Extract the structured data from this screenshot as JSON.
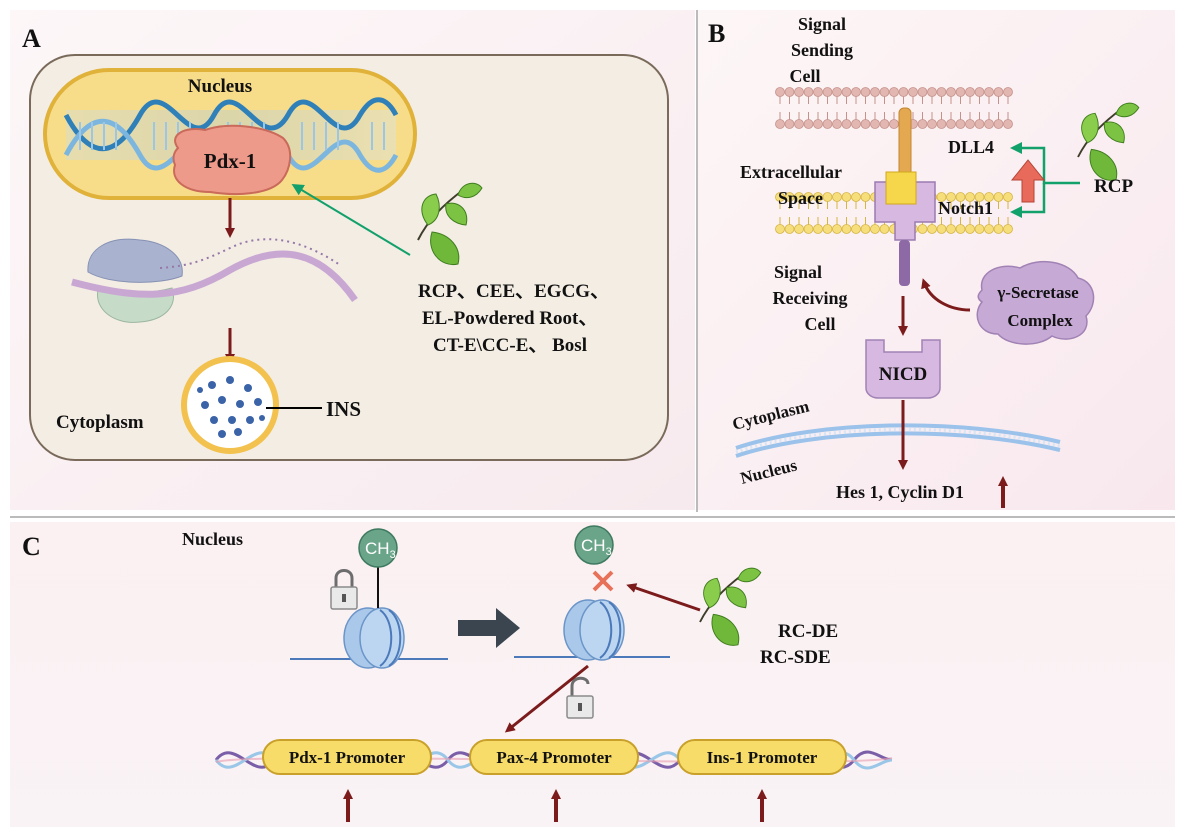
{
  "panel_a": {
    "letter": "A",
    "nucleus_label": "Nucleus",
    "pdx_label": "Pdx-1",
    "cytoplasm_label": "Cytoplasm",
    "ins_label": "INS",
    "compounds_line1": "RCP、CEE、EGCG、",
    "compounds_line2": "EL-Powdered Root、",
    "compounds_line3": "CT-E\\CC-E、 Bosl"
  },
  "panel_b": {
    "letter": "B",
    "signal_sending_1": "Signal",
    "signal_sending_2": "Sending",
    "signal_sending_3": "Cell",
    "extracellular_1": "Extracellular",
    "extracellular_2": "Space",
    "signal_receiving_1": "Signal",
    "signal_receiving_2": "Receiving",
    "signal_receiving_3": "Cell",
    "dll4_label": "DLL4",
    "notch1_label": "Notch1",
    "rcp_label": "RCP",
    "secretase_1": "γ-Secretase",
    "secretase_2": "Complex",
    "nicd_label": "NICD",
    "cytoplasm_label": "Cytoplasm",
    "nucleus_label": "Nucleus",
    "targets_label": "Hes 1, Cyclin D1"
  },
  "panel_c": {
    "letter": "C",
    "nucleus_label": "Nucleus",
    "ch3_label": "CH",
    "ch3_sub": "3",
    "rcde_label": "RC-DE",
    "rcsde_label": "RC-SDE",
    "promoters": [
      "Pdx-1 Promoter",
      "Pax-4 Promoter",
      "Ins-1 Promoter"
    ]
  },
  "colors": {
    "arrow_dark_red": "#7b1b1b",
    "arrow_green": "#12a06b",
    "nucleus_fill": "#f7dc8a",
    "nucleus_border": "#e0b23a",
    "cell_fill": "#f3ede4",
    "cell_border": "#7a6a5a",
    "leaf_green": "#7cc243",
    "promoter_fill": "#f7dc6a",
    "ch3_fill": "#6aa58a"
  }
}
